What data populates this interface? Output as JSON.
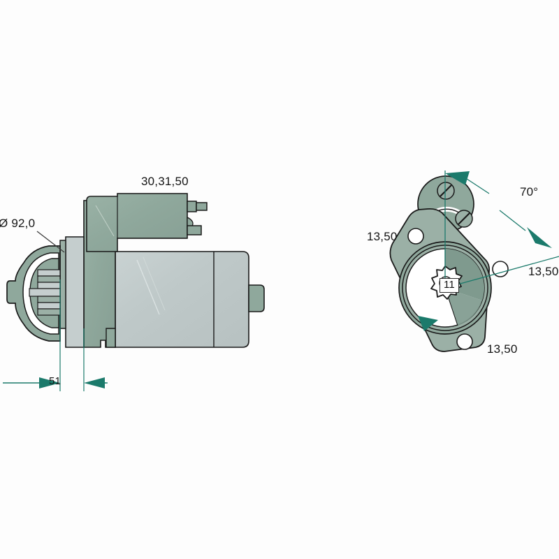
{
  "drawing": {
    "title": "starter-motor-technical-drawing",
    "background_color": "#fdfdfd",
    "views": [
      {
        "name": "side-elevation-view",
        "position": "left"
      },
      {
        "name": "drive-end-face-view",
        "position": "right"
      }
    ]
  },
  "colors": {
    "background": "#fdfdfd",
    "body_grey": "#bfc9c9",
    "solenoid_green": "#8fa89c",
    "flange_green": "#9bb0a6",
    "sector_green": "#7f9a8e",
    "accent_teal": "#1b7a6b",
    "outline": "#1a1a1a",
    "line_grey": "#4a4a4a"
  },
  "labels": {
    "diameter": "Ø 92,0",
    "terminals": "30,31,50",
    "flange_thickness": "51",
    "bolt_circle_left": "13,50",
    "angle": "70°",
    "bolt_circle_right": "13,50",
    "bolt_circle_bottom": "13,50",
    "pinion_teeth": "11"
  },
  "annotations": [
    {
      "name": "diameter-callout",
      "text": "Ø 92,0",
      "refers_to": "mounting-flange-outer-diameter",
      "unit": "mm"
    },
    {
      "name": "terminal-callout",
      "text": "30,31,50",
      "refers_to": "solenoid-terminal-designations"
    },
    {
      "name": "thickness-dimension",
      "text": "51",
      "refers_to": "flange-to-pinion-distance",
      "unit": "mm"
    },
    {
      "name": "bolt-hole-callout-left",
      "text": "13,50",
      "refers_to": "mounting-hole-diameter",
      "unit": "mm"
    },
    {
      "name": "angle-callout",
      "text": "70°",
      "refers_to": "mounting-hole-angular-spacing",
      "unit": "deg"
    },
    {
      "name": "bolt-hole-callout-right",
      "text": "13,50",
      "refers_to": "mounting-hole-diameter",
      "unit": "mm"
    },
    {
      "name": "bolt-hole-callout-bottom",
      "text": "13,50",
      "refers_to": "mounting-hole-diameter",
      "unit": "mm"
    },
    {
      "name": "pinion-teeth-callout",
      "text": "11",
      "refers_to": "pinion-gear-tooth-count"
    }
  ]
}
